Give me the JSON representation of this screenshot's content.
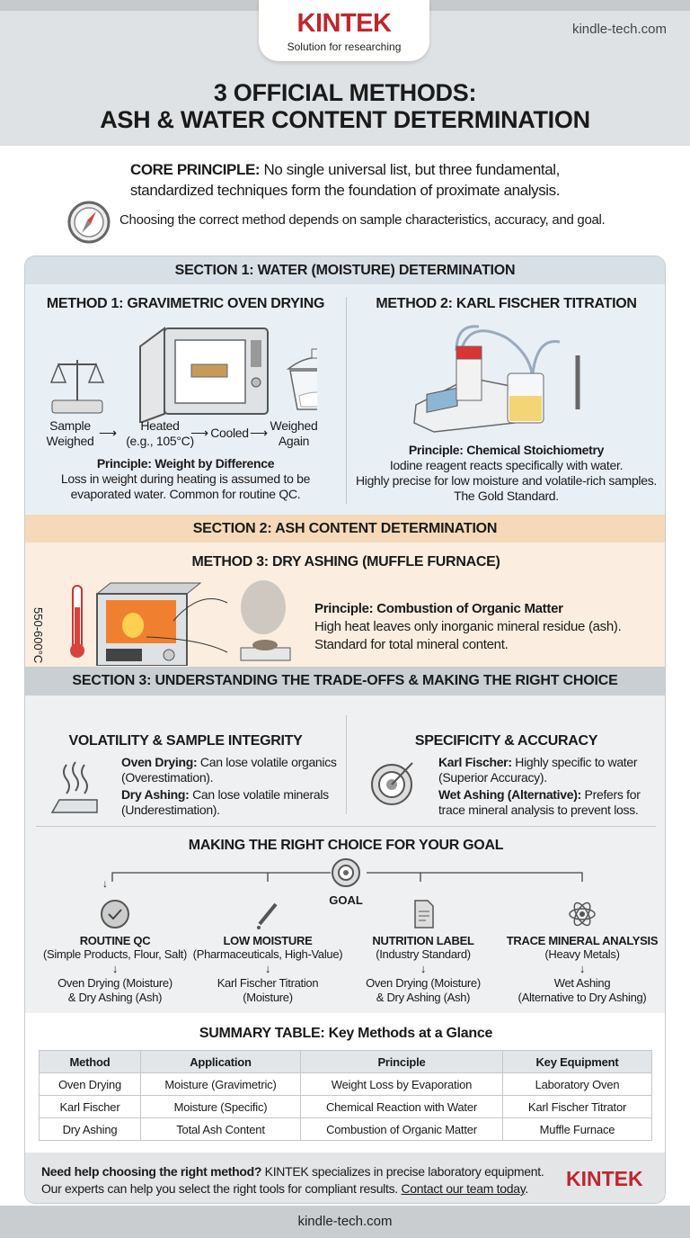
{
  "header": {
    "brand": "KINTEK",
    "tagline": "Solution for researching",
    "site": "kindle-tech.com",
    "title_line1": "3 OFFICIAL METHODS:",
    "title_line2": "ASH & WATER CONTENT DETERMINATION"
  },
  "intro": {
    "core_label": "CORE PRINCIPLE:",
    "core_text1": " No single universal list, but three fundamental,",
    "core_text2": "standardized techniques form the foundation of proximate analysis.",
    "choosing": "Choosing the correct method depends on sample characteristics, accuracy, and goal.",
    "icon": "compass-icon"
  },
  "section1": {
    "title": "SECTION 1: WATER (MOISTURE) DETERMINATION",
    "method1": {
      "title": "METHOD 1: GRAVIMETRIC OVEN DRYING",
      "steps": [
        {
          "line1": "Sample",
          "line2": "Weighed"
        },
        {
          "line1": "Heated",
          "line2": "(e.g., 105°C)"
        },
        {
          "line1": "Cooled",
          "line2": ""
        },
        {
          "line1": "Weighed",
          "line2": "Again"
        }
      ],
      "arrow": "⟶",
      "principle": "Principle: Weight by Difference",
      "desc1": "Loss in weight during heating is assumed to be",
      "desc2": "evaporated water. Common for routine QC."
    },
    "method2": {
      "title": "METHOD 2: KARL FISCHER TITRATION",
      "principle": "Principle: Chemical Stoichiometry",
      "desc1": "Iodine reagent reacts specifically with water.",
      "desc2": "Highly precise for low moisture and volatile-rich samples.",
      "desc3": "The Gold Standard."
    }
  },
  "section2": {
    "title": "SECTION 2: ASH CONTENT DETERMINATION",
    "method3": {
      "title": "METHOD 3: DRY ASHING (MUFFLE FURNACE)",
      "temperature": "550-600°C",
      "principle": "Principle: Combustion of Organic Matter",
      "desc1": "High heat leaves only inorganic mineral residue (ash).",
      "desc2": "Standard for total mineral content."
    }
  },
  "section3": {
    "title": "SECTION 3: UNDERSTANDING THE TRADE-OFFS & MAKING THE RIGHT CHOICE",
    "volatility": {
      "title": "VOLATILITY & SAMPLE INTEGRITY",
      "items": [
        {
          "label": "Oven Drying:",
          "text1": " Can lose volatile organics",
          "text2": "(Overestimation)."
        },
        {
          "label": "Dry Ashing:",
          "text1": " Can lose volatile minerals",
          "text2": "(Underestimation)."
        }
      ]
    },
    "specificity": {
      "title": "SPECIFICITY & ACCURACY",
      "items": [
        {
          "label": "Karl Fischer:",
          "text1": " Highly specific to water",
          "text2": "(Superior Accuracy)."
        },
        {
          "label": "Wet Ashing (Alternative):",
          "text1": " Prefers for",
          "text2": "trace mineral analysis to prevent loss."
        }
      ]
    },
    "choice": {
      "title": "MAKING THE RIGHT CHOICE FOR YOUR GOAL",
      "goal_label": "GOAL",
      "down_arrow": "↓",
      "goals": [
        {
          "icon": "check-circle-icon",
          "title": "ROUTINE QC",
          "sub": "(Simple Products, Flour, Salt)",
          "result1": "Oven Drying (Moisture)",
          "result2": "& Dry Ashing (Ash)"
        },
        {
          "icon": "dropper-icon",
          "title": "LOW MOISTURE",
          "sub": "(Pharmaceuticals, High-Value)",
          "result1": "Karl Fischer Titration",
          "result2": "(Moisture)"
        },
        {
          "icon": "document-icon",
          "title": "NUTRITION LABEL",
          "sub": "(Industry Standard)",
          "result1": "Oven Drying (Moisture)",
          "result2": "& Dry Ashing (Ash)"
        },
        {
          "icon": "atom-icon",
          "title": "TRACE MINERAL ANALYSIS",
          "sub": "(Heavy Metals)",
          "result1": "Wet Ashing",
          "result2": "(Alternative to Dry Ashing)"
        }
      ]
    }
  },
  "summary": {
    "title": "SUMMARY TABLE: Key Methods at a Glance",
    "headers": [
      "Method",
      "Application",
      "Principle",
      "Key Equipment"
    ],
    "rows": [
      [
        "Oven Drying",
        "Moisture (Gravimetric)",
        "Weight Loss by Evaporation",
        "Laboratory Oven"
      ],
      [
        "Karl Fischer",
        "Moisture (Specific)",
        "Chemical Reaction with Water",
        "Karl Fischer Titrator"
      ],
      [
        "Dry Ashing",
        "Total Ash Content",
        "Combustion of Organic Matter",
        "Muffle Furnace"
      ]
    ]
  },
  "cta": {
    "bold": "Need help choosing the right method?",
    "text1": " KINTEK specializes in precise laboratory equipment.",
    "text2": "Our experts can help you select the right tools for compliant results. ",
    "link": "Contact our team today",
    "end": ".",
    "brand": "KINTEK"
  },
  "footer": {
    "site": "kindle-tech.com"
  },
  "colors": {
    "brand_red": "#c0262d",
    "section1_bg": "#e9f0f5",
    "section2_bg": "#fbeee0",
    "section2_header": "#f5d9b8",
    "section3_header": "#c9cfd3"
  }
}
